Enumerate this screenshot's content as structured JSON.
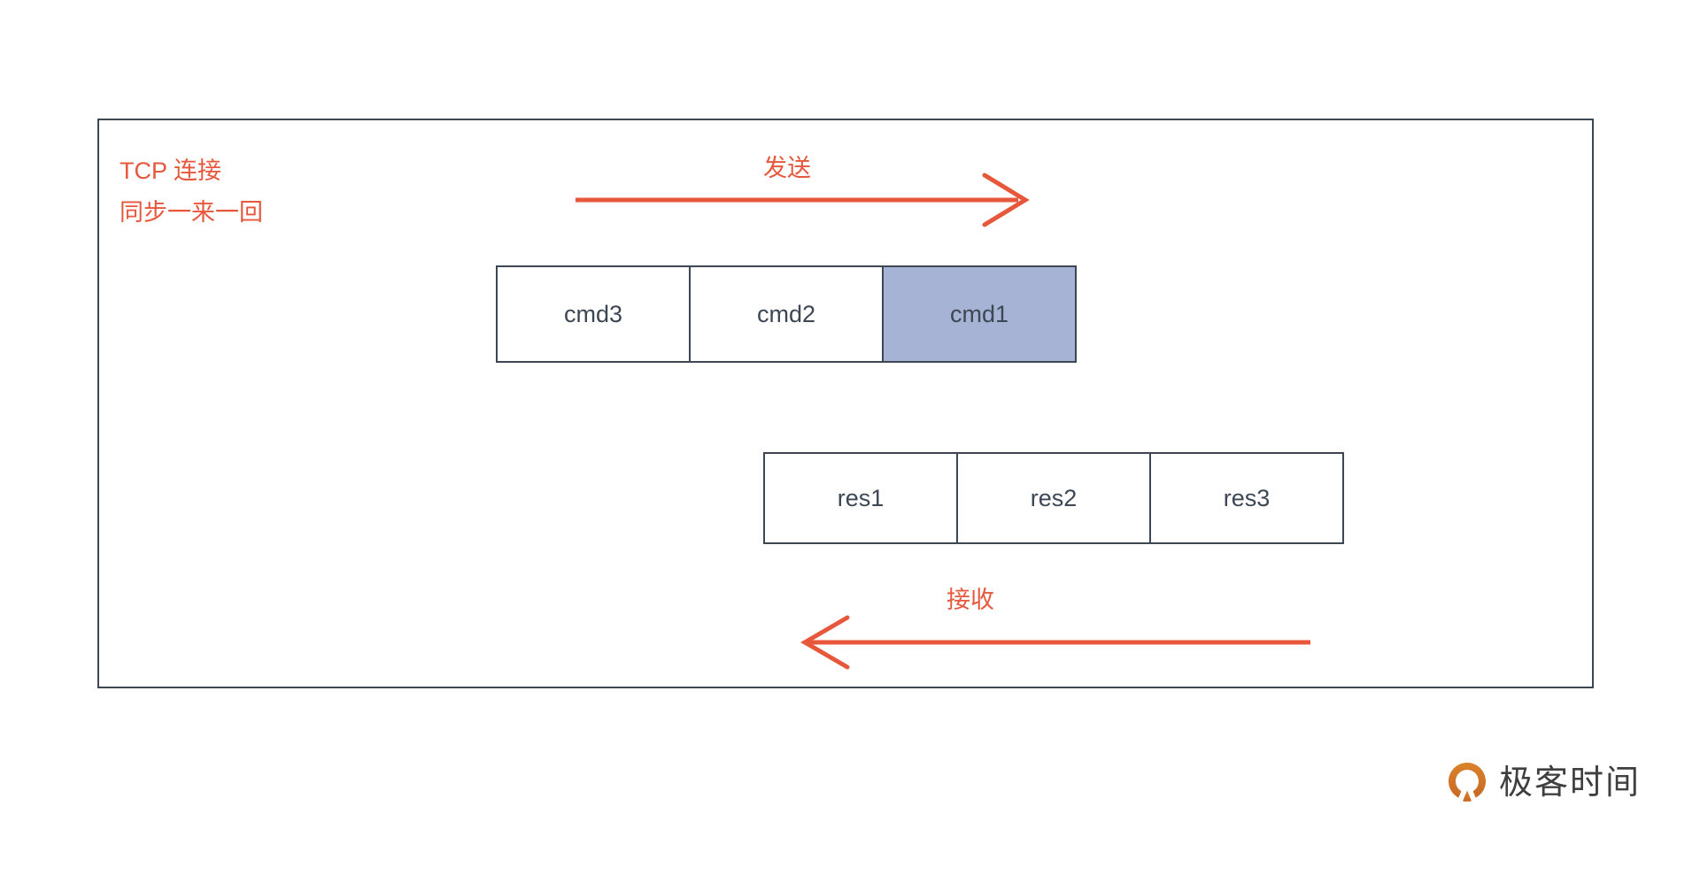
{
  "diagram": {
    "title": "TCP 连接同步一来一回",
    "annotation": {
      "line1": "TCP 连接",
      "line2": "同步一来一回"
    },
    "arrows": [
      {
        "name": "send",
        "label": "发送",
        "direction": "right",
        "color": "#e6573b"
      },
      {
        "name": "receive",
        "label": "接收",
        "direction": "left",
        "color": "#e6573b"
      }
    ],
    "command_row": {
      "name": "commands",
      "boxes": [
        {
          "label": "cmd3",
          "highlighted": false
        },
        {
          "label": "cmd2",
          "highlighted": false
        },
        {
          "label": "cmd1",
          "highlighted": true
        }
      ]
    },
    "response_row": {
      "name": "responses",
      "boxes": [
        {
          "label": "res1",
          "highlighted": false
        },
        {
          "label": "res2",
          "highlighted": false
        },
        {
          "label": "res3",
          "highlighted": false
        }
      ]
    },
    "colors": {
      "accent": "#e6573b",
      "stroke": "#3d4754",
      "highlight_fill": "#a7b3d4",
      "background": "#ffffff"
    }
  },
  "brand": {
    "name": "极客时间",
    "mark_color": "#d9822b"
  }
}
